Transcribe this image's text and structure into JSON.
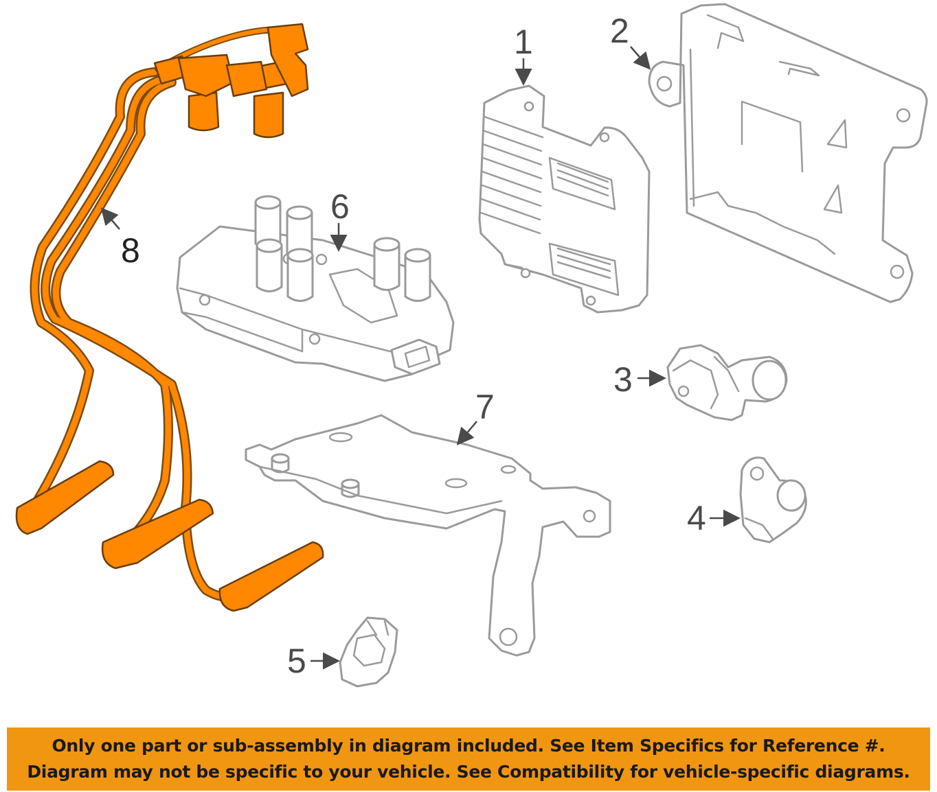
{
  "callouts": {
    "c1": "1",
    "c2": "2",
    "c3": "3",
    "c4": "4",
    "c5": "5",
    "c6": "6",
    "c7": "7",
    "c8": "8"
  },
  "highlight_color": "#ff8800",
  "line_color": "#9a9a9a",
  "disclaimer": {
    "line1": "Only one part or sub-assembly in diagram included. See Item Specifics for Reference #.",
    "line2": "Diagram may not be specific to your vehicle. See Compatibility for vehicle-specific diagrams.",
    "background": "#f19611"
  }
}
